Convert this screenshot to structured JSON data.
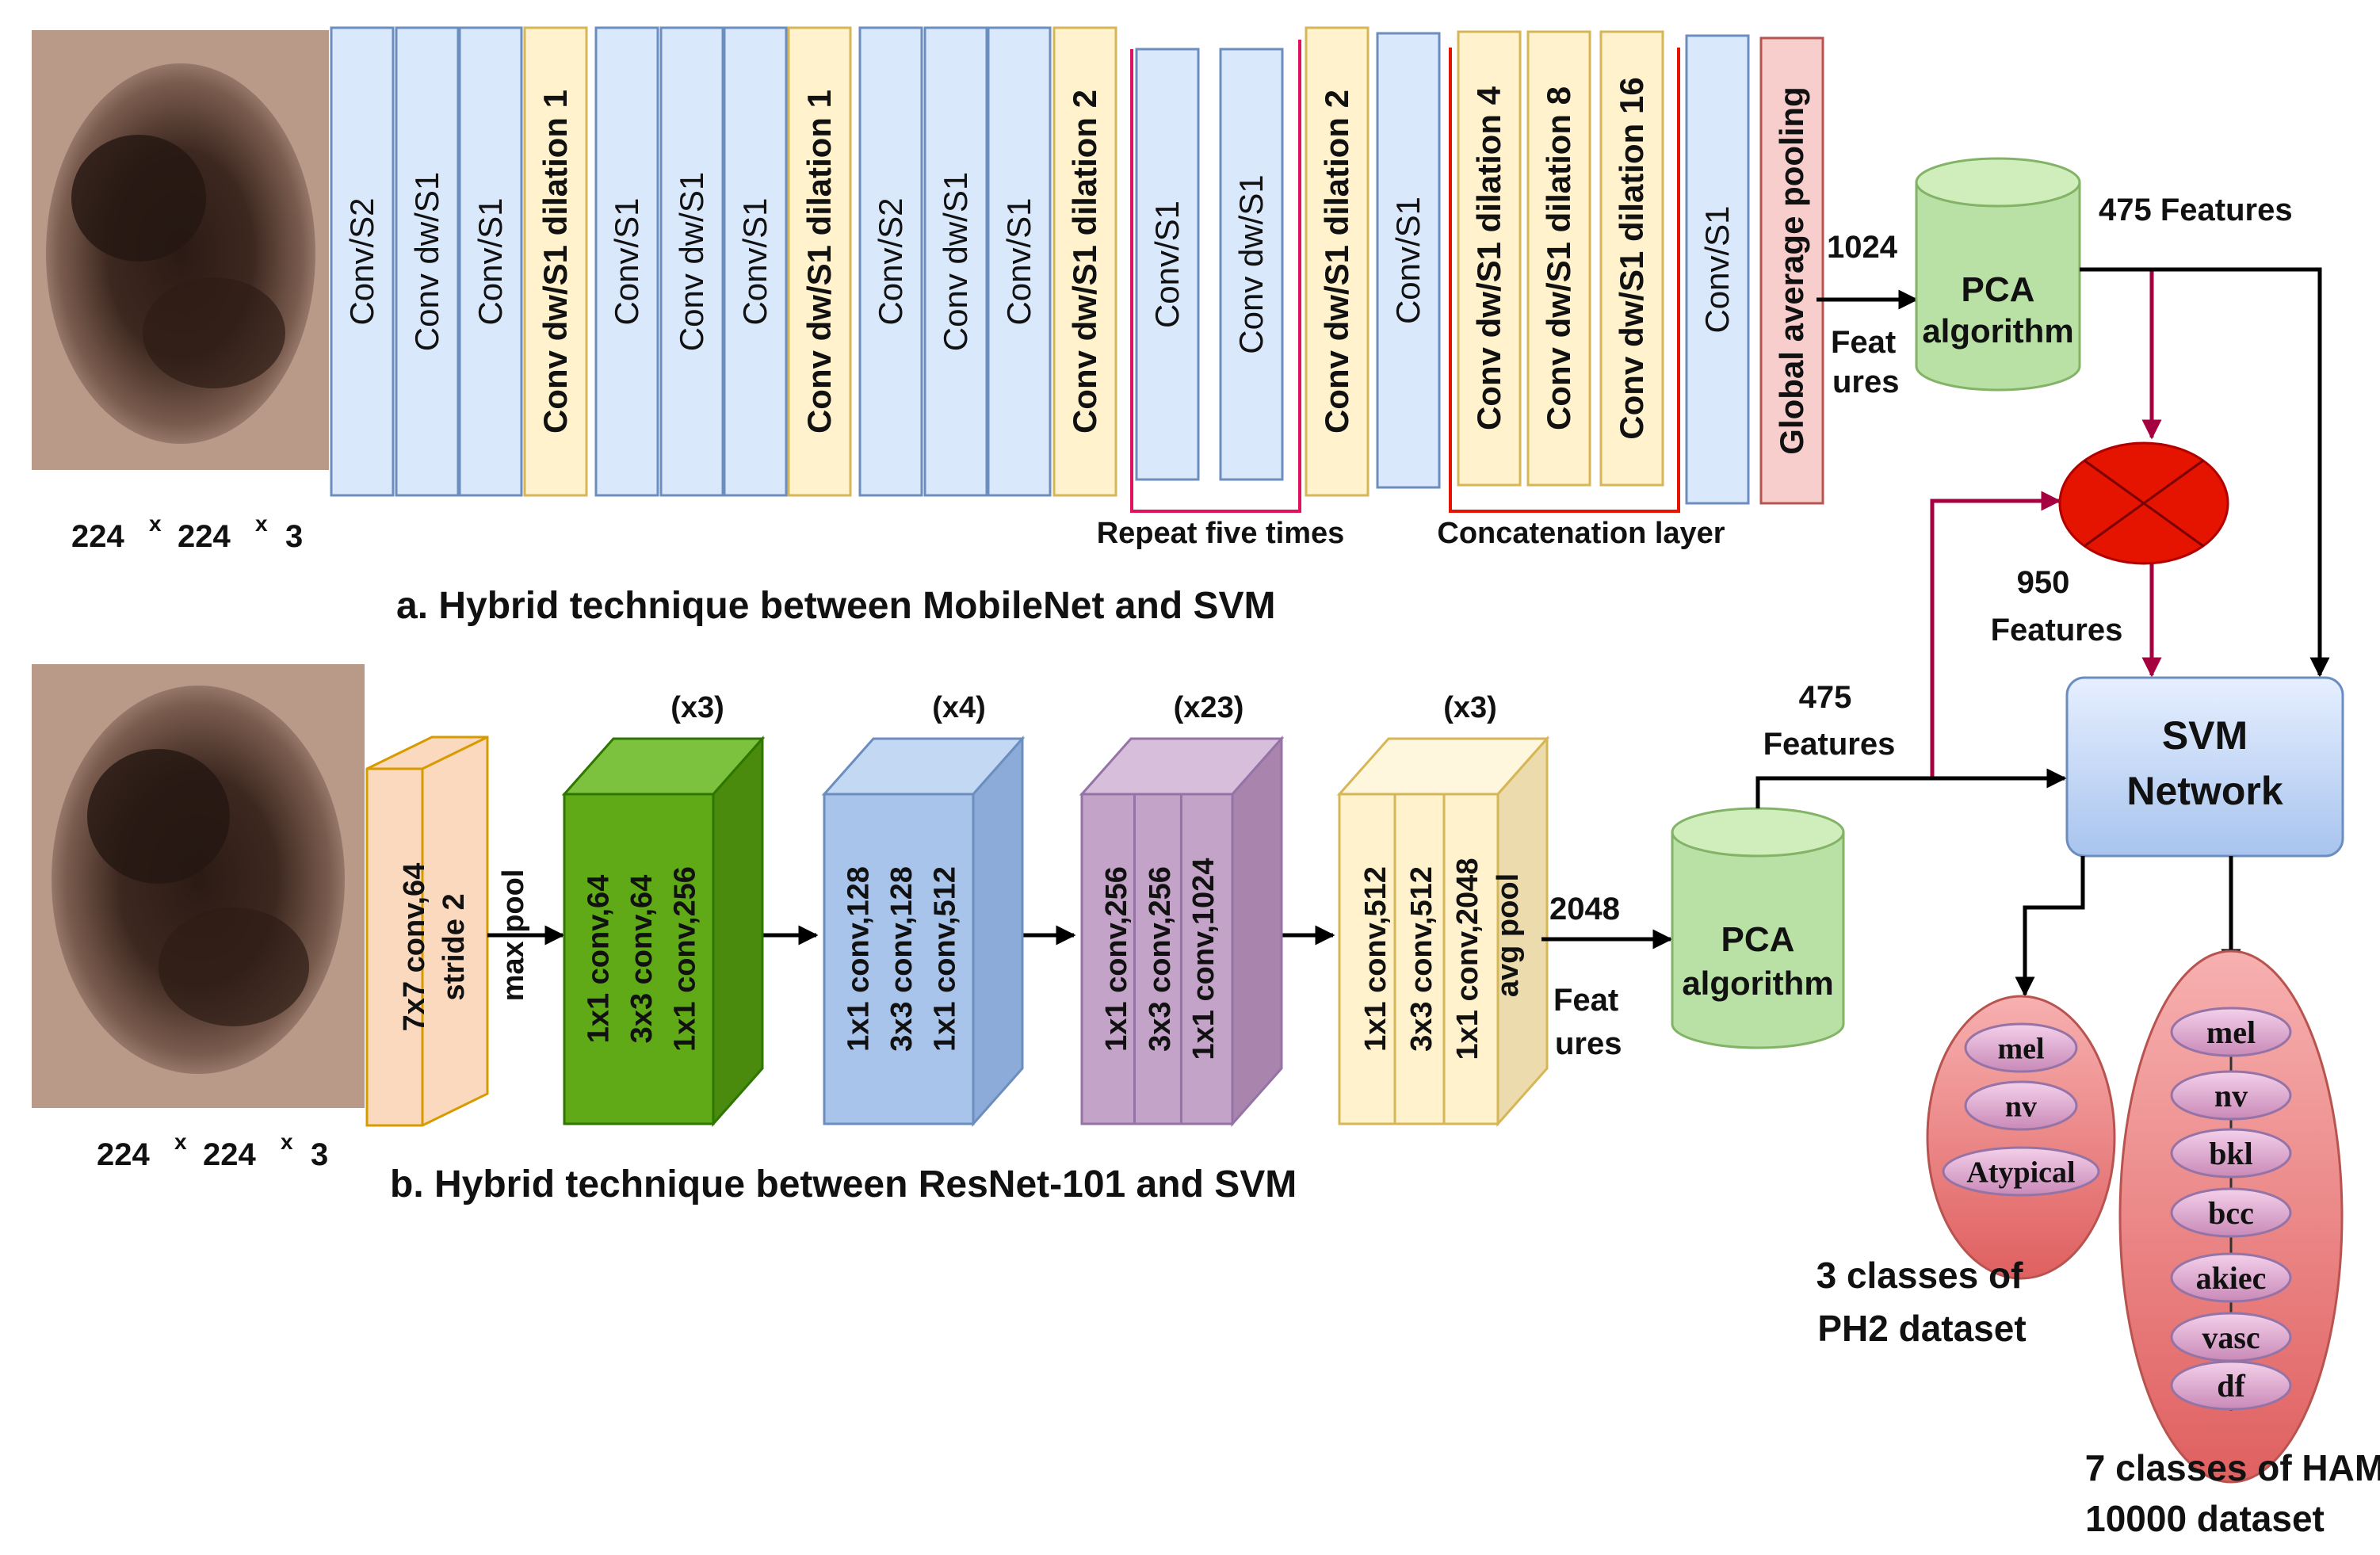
{
  "input_size": {
    "n1": "224",
    "x": "x",
    "n2": "224",
    "n3": "3"
  },
  "mobilenet": {
    "layers": [
      "Conv/S2",
      "Conv dw/S1",
      "Conv/S1",
      "Conv dw/S1 dilation 1",
      "Conv/S1",
      "Conv dw/S1",
      "Conv/S1",
      "Conv dw/S1 dilation 1",
      "Conv/S2",
      "Conv dw/S1",
      "Conv/S1",
      "Conv dw/S1 dilation 2",
      "Conv/S1",
      "Conv dw/S1",
      "Conv dw/S1 dilation 2",
      "Conv/S1",
      "Conv dw/S1 dilation 4",
      "Conv dw/S1 dilation 8",
      "Conv dw/S1 dilation 16",
      "Conv/S1",
      "Global average pooling"
    ],
    "repeat_label": "Repeat five times",
    "concat_label": "Concatenation layer",
    "features_count": "1024",
    "features_word_1": "Feat",
    "features_word_2": "ures",
    "caption": "a. Hybrid technique between MobileNet and SVM"
  },
  "resnet": {
    "stem_line1": "7x7 conv,64",
    "stem_line2": "stride 2",
    "maxpool": "max pool",
    "blocks": [
      {
        "repeat": "(x3)",
        "lines": [
          "1x1 conv,64",
          "3x3 conv,64",
          "1x1 conv,256"
        ]
      },
      {
        "repeat": "(x4)",
        "lines": [
          "1x1 conv,128",
          "3x3 conv,128",
          "1x1 conv,512"
        ]
      },
      {
        "repeat": "(x23)",
        "lines": [
          "1x1 conv,256",
          "3x3 conv,256",
          "1x1 conv,1024"
        ]
      },
      {
        "repeat": "(x3)",
        "lines": [
          "1x1 conv,512",
          "3x3 conv,512",
          "1x1 conv,2048"
        ]
      }
    ],
    "avgpool": "avg pool",
    "features_count": "2048",
    "features_word_1": "Feat",
    "features_word_2": "ures",
    "caption": "b. Hybrid technique between ResNet-101 and SVM"
  },
  "pca": {
    "line1": "PCA",
    "line2": "algorithm"
  },
  "features_475": "475 Features",
  "features_475_b": {
    "line1": "475",
    "line2": "Features"
  },
  "features_950": {
    "line1": "950",
    "line2": "Features"
  },
  "svm": {
    "line1": "SVM",
    "line2": "Network"
  },
  "ph2": {
    "classes": [
      "mel",
      "nv",
      "Atypical"
    ],
    "caption1": "3 classes of",
    "caption2": "PH2 dataset"
  },
  "ham": {
    "classes": [
      "mel",
      "nv",
      "bkl",
      "bcc",
      "akiec",
      "vasc",
      "df"
    ],
    "caption1": "7 classes of HAM",
    "caption2": "10000 dataset"
  },
  "colors": {
    "conv": "#dae8fc",
    "conv_border": "#6c8ebf",
    "dw": "#fff2cc",
    "dw_border": "#d6b656",
    "pool": "#f8cecc",
    "pool_border": "#b85450",
    "pca": "#b9e0a5",
    "fusion": "#e51400",
    "red_line": "#a50040",
    "bracket": "#e0115f"
  }
}
